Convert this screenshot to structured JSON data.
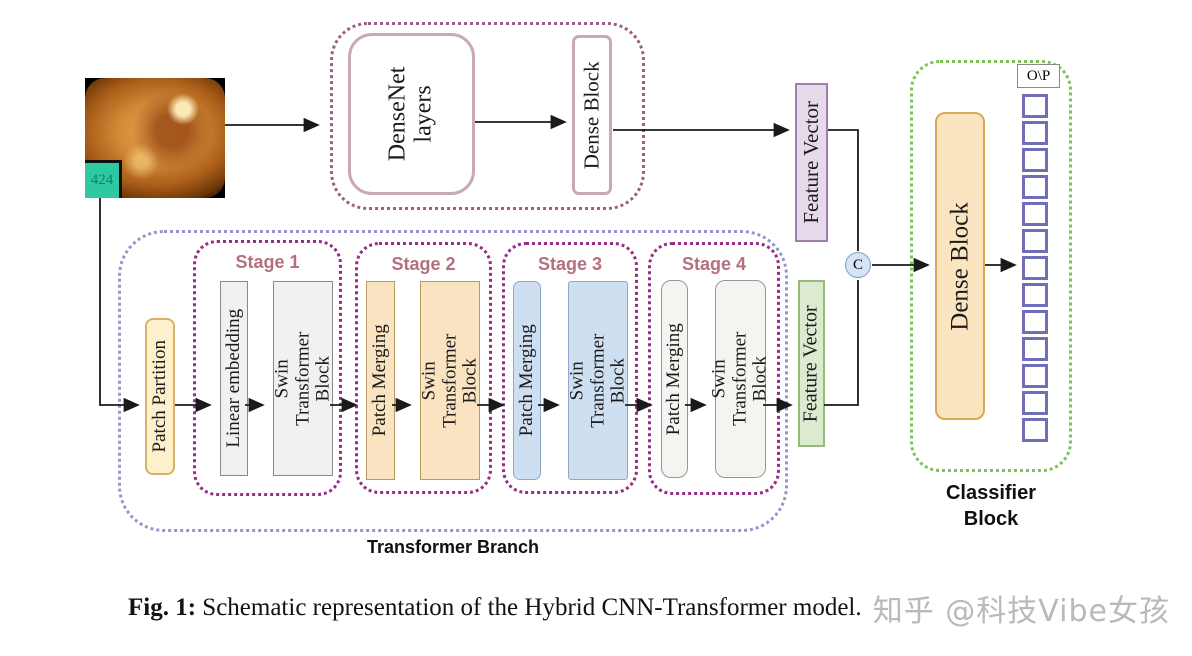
{
  "input_image": {
    "corner_label": "424"
  },
  "cnn_branch": {
    "densenet_layers_label": "DenseNet layers",
    "dense_block_label": "Dense Block"
  },
  "feature_vectors": {
    "cnn_label": "Feature Vector",
    "transformer_label": "Feature Vector"
  },
  "concat_node": {
    "label": "C"
  },
  "classifier": {
    "title": "Classifier Block",
    "dense_block_label": "Dense Block",
    "output_label": "O\\P",
    "output_cells": 13
  },
  "transformer_branch": {
    "title": "Transformer Branch",
    "patch_partition_label": "Patch Partition",
    "stages": [
      {
        "title": "Stage 1",
        "box1": "Linear embedding",
        "box2": "Swin Transformer Block"
      },
      {
        "title": "Stage 2",
        "box1": "Patch Merging",
        "box2": "Swin Transformer Block"
      },
      {
        "title": "Stage 3",
        "box1": "Patch Merging",
        "box2": "Swin Transformer Block"
      },
      {
        "title": "Stage 4",
        "box1": "Patch Merging",
        "box2": "Swin Transformer Block"
      }
    ]
  },
  "caption": {
    "prefix": "Fig. 1:",
    "text": " Schematic representation of the Hybrid CNN-Transformer model."
  },
  "watermark": "知乎 @科技Vibe女孩",
  "colors": {
    "cnn_branch_border": "#9c5e86",
    "stage_border": "#992c88",
    "transformer_branch_border": "#9494d0",
    "classifier_border": "#7cc356",
    "stage_title": "#b4707c",
    "orange_fill": "#fae3c0",
    "blue_fill": "#cfdff2",
    "gray_fill": "#f1f1ef",
    "feature_vector_cnn_fill": "#e6d9ea",
    "feature_vector_transformer_fill": "#dcead0",
    "dense_block_fill": "#fbe4c0",
    "output_cell_border": "#6f6fb5",
    "concat_fill": "#d6e4f6"
  }
}
